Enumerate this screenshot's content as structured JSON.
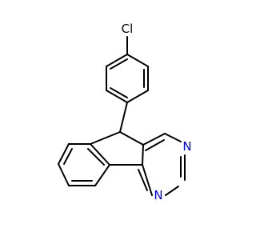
{
  "atoms": {
    "cl": {
      "text": "Cl",
      "color": "#000000"
    },
    "n_upper": {
      "text": "N",
      "color": "#0000ff"
    },
    "n_lower": {
      "text": "N",
      "color": "#0000ff"
    }
  }
}
